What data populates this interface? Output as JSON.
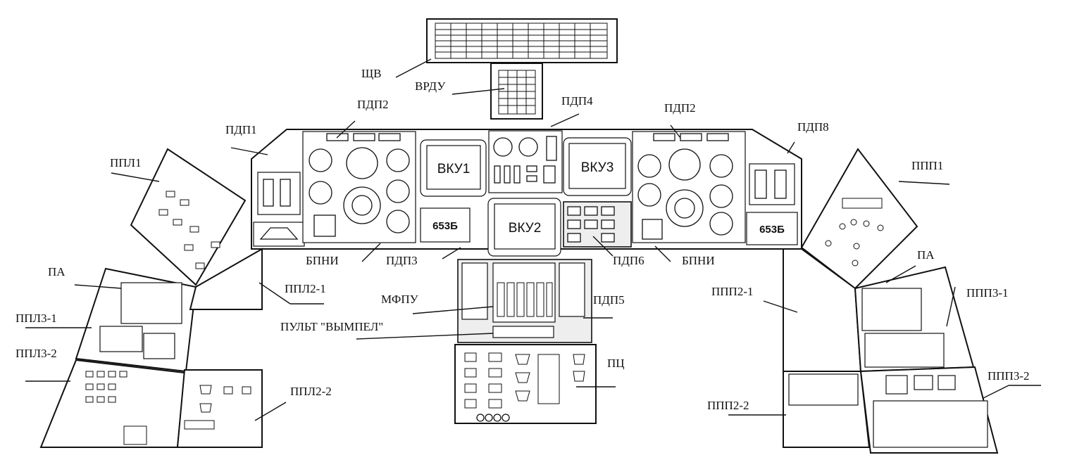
{
  "labels": {
    "shchv": "ЩВ",
    "vrdu": "ВРДУ",
    "pdp2_left": "ПДП2",
    "pdp4": "ПДП4",
    "pdp2_right": "ПДП2",
    "pdp1": "ПДП1",
    "pdp8": "ПДП8",
    "ppl1": "ППЛ1",
    "ppp1": "ППП1",
    "pa_left": "ПА",
    "pa_right": "ПА",
    "bpni_left": "БПНИ",
    "bpni_right": "БПНИ",
    "pdp3": "ПДП3",
    "pdp6": "ПДП6",
    "ppl2_1": "ППЛ2-1",
    "ppp2_1": "ППП2-1",
    "ppp3_1": "ППП3-1",
    "ppl3_1": "ППЛ3-1",
    "mfpu": "МФПУ",
    "pdp5": "ПДП5",
    "pult_vympel": "ПУЛЬТ \"ВЫМПЕЛ\"",
    "ppl3_2": "ППЛ3-2",
    "pc": "ПЦ",
    "ppl2_2": "ППЛ2-2",
    "ppp2_2": "ППП2-2",
    "ppp3_2": "ППП3-2"
  },
  "screens": {
    "vku1": "ВКУ1",
    "vku2": "ВКУ2",
    "vku3": "ВКУ3",
    "u653b_left": "653Б",
    "u653b_right": "653Б"
  }
}
